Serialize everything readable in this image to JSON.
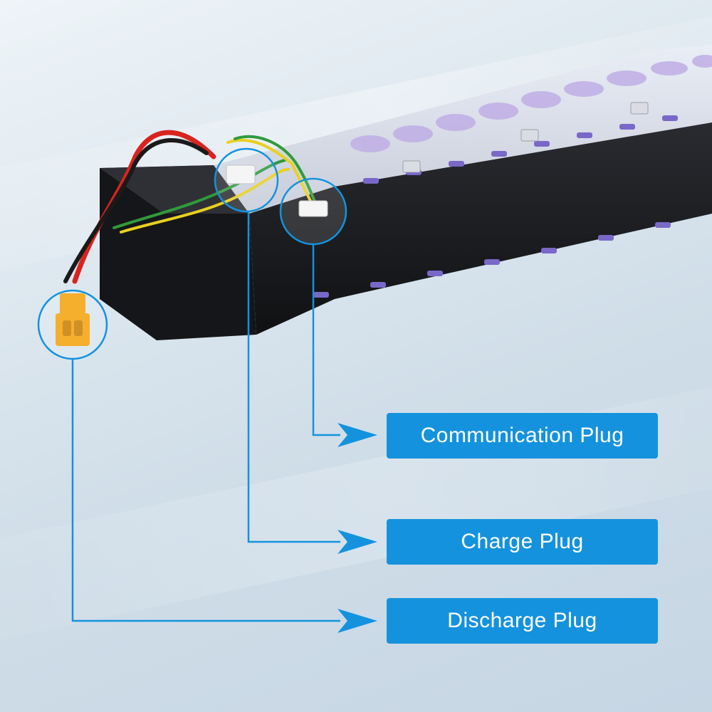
{
  "callouts": [
    {
      "label": "Communication Plug"
    },
    {
      "label": "Charge Plug"
    },
    {
      "label": "Discharge Plug"
    }
  ],
  "colors": {
    "accent": "#1592dd",
    "battery_body": "#1b1c1f",
    "cell_purple": "#b9a7e0",
    "connector_yellow": "#f4a40f",
    "wire_red": "#d8241e",
    "wire_green": "#2f9b3a",
    "wire_yellow": "#e8d020"
  },
  "icons": {
    "arrow": "arrow-right-icon",
    "highlight": "circle-highlight-icon"
  }
}
